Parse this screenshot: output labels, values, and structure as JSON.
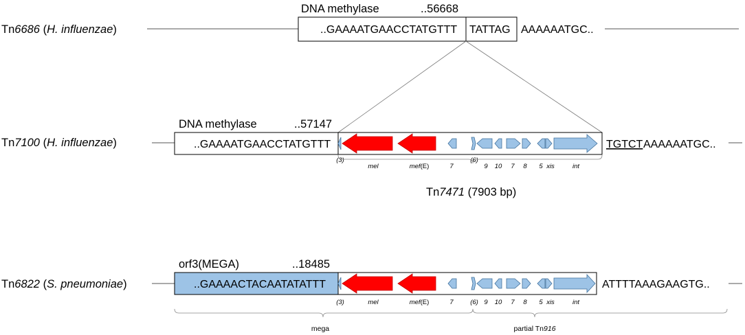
{
  "tracks": {
    "tn6686": {
      "name_prefix": "Tn",
      "name_num": "6686",
      "organism": "H. influenzae",
      "gene_label": "DNA methylase",
      "coordinate": "..56668",
      "left_sequence": "..GAAAATGAACCTATGTTT",
      "target_site": "TATTAG",
      "right_sequence": "AAAAAATGC.."
    },
    "tn7100": {
      "name_prefix": "Tn",
      "name_num": "7100",
      "organism": "H. influenzae",
      "gene_label": "DNA methylase",
      "coordinate": "..57147",
      "left_sequence": "..GAAAATGAACCTATGTTT",
      "target_site": "TGTCT",
      "right_sequence": "AAAAAATGC..",
      "insert_prefix": "Tn",
      "insert_num": "7471",
      "insert_size": "(7903 bp)"
    },
    "tn6822": {
      "name_prefix": "Tn",
      "name_num": "6822",
      "organism": "S. pneumoniae",
      "gene_label": "orf3(MEGA)",
      "coordinate": "..18485",
      "left_sequence": "..GAAAACTACAATATATTT",
      "right_sequence": "ATTTTAAAGAAGTG..",
      "bracket_left_label": "mega",
      "bracket_right_prefix": "partial Tn",
      "bracket_right_num": "916"
    }
  },
  "gene_labels": {
    "orf3": "(3)",
    "mel": "mel",
    "mef_italic": "mef",
    "mef_suffix": "(E)",
    "orf7a": "7",
    "orf6": "(6)",
    "orf9": "9",
    "orf10": "10",
    "orf7b": "7",
    "orf8": "8",
    "orf5": "5",
    "xis": "xis",
    "int": "int"
  },
  "colors": {
    "resistance_gene": "#ff0000",
    "tn916_gene": "#9dc3e6",
    "mega_box": "#9dc3e6",
    "outline": "#41719c",
    "line": "#555555"
  }
}
